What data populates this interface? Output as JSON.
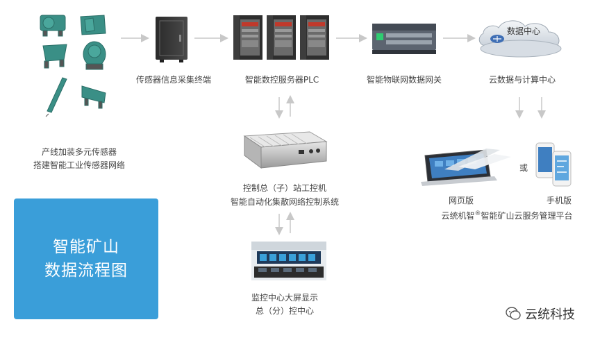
{
  "labels": {
    "sensor_terminal": "传感器信息采集终端",
    "plc": "智能数控服务器PLC",
    "gateway": "智能物联网数据网关",
    "cloud_center": "云数据与计算中心",
    "cloud_tag": "数据中心",
    "sensors_line1": "产线加装多元传感器",
    "sensors_line2": "搭建智能工业传感器网络",
    "control_line1": "控制总（子）站工控机",
    "control_line2": "智能自动化集散网络控制系统",
    "monitor_line1": "监控中心大屏显示",
    "monitor_line2": "总（分）控中心",
    "web_version": "网页版",
    "or": "或",
    "mobile_version": "手机版",
    "platform_prefix": "云统机智",
    "platform_reg": "®",
    "platform_suffix": "智能矿山云服务管理平台"
  },
  "title": {
    "line1": "智能矿山",
    "line2": "数据流程图"
  },
  "brand": {
    "name": "云统科技"
  },
  "colors": {
    "accent": "#3a9ed9",
    "arrow": "#c8c8c8",
    "machine": "#3a8f86"
  }
}
